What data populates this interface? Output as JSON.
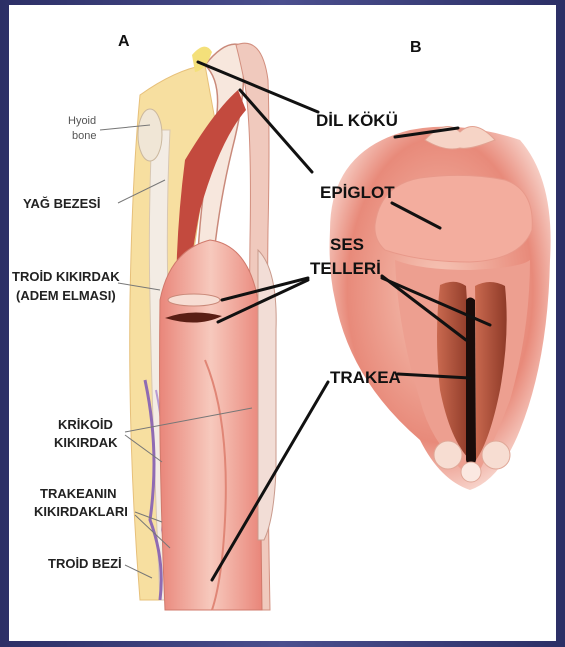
{
  "panels": {
    "a": "A",
    "b": "B"
  },
  "labels": {
    "hyoid_1": "Hyoid",
    "hyoid_2": "bone",
    "yag_bezesi": "YAĞ BEZESİ",
    "troid_kikirdak_1": "TROİD KIKIRDAK",
    "troid_kikirdak_2": "(ADEM ELMASI)",
    "krikoid_1": "KRİKOİD",
    "krikoid_2": "KIKIRDAK",
    "trakeanin_1": "TRAKEANIN",
    "trakeanin_2": "KIKIRDAKLARI",
    "troid_bezi": "TROİD BEZİ",
    "dil_koku": "DİL KÖKÜ",
    "epiglot": "EPİGLOT",
    "ses_1": "SES",
    "ses_2": "TELLERİ",
    "trakea": "TRAKEA"
  },
  "colors": {
    "frame": "#3a3f7a",
    "tissue_pink": "#f2b3a8",
    "tissue_red": "#d9574a",
    "fat_yellow": "#f7dfa0",
    "cartilage": "#f3ece4",
    "vocal_fold": "#b0533a",
    "airway_dark": "#1a0c0a"
  }
}
